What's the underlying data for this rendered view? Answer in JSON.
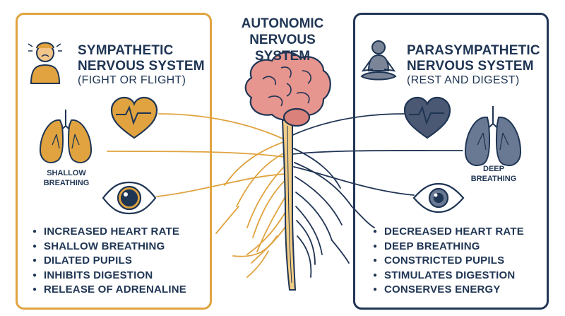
{
  "center": {
    "title": "AUTONOMIC\nNERVOUS\nSYSTEM"
  },
  "sympathetic": {
    "title": "SYMPATHETIC\nNERVOUS SYSTEM",
    "subtitle": "(FIGHT OR FLIGHT)",
    "lungs_label": "SHALLOW\nBREATHING",
    "effects": [
      "INCREASED HEART RATE",
      "SHALLOW BREATHING",
      "DILATED PUPILS",
      "INHIBITS DIGESTION",
      "RELEASE OF ADRENALINE"
    ],
    "color": "#e0a33f"
  },
  "parasympathetic": {
    "title": "PARASYMPATHETIC\nNERVOUS SYSTEM",
    "subtitle": "(REST AND DIGEST)",
    "lungs_label": "DEEP\nBREATHING",
    "effects": [
      "DECREASED HEART RATE",
      "DEEP BREATHING",
      "CONSTRICTED PUPILS",
      "STIMULATES DIGESTION",
      "CONSERVES ENERGY"
    ],
    "color": "#213555"
  },
  "icons": [
    "stressed-person-icon",
    "heart-icon",
    "lungs-icon",
    "eye-icon",
    "brain-icon",
    "spinal-cord-icon",
    "meditating-person-icon"
  ]
}
